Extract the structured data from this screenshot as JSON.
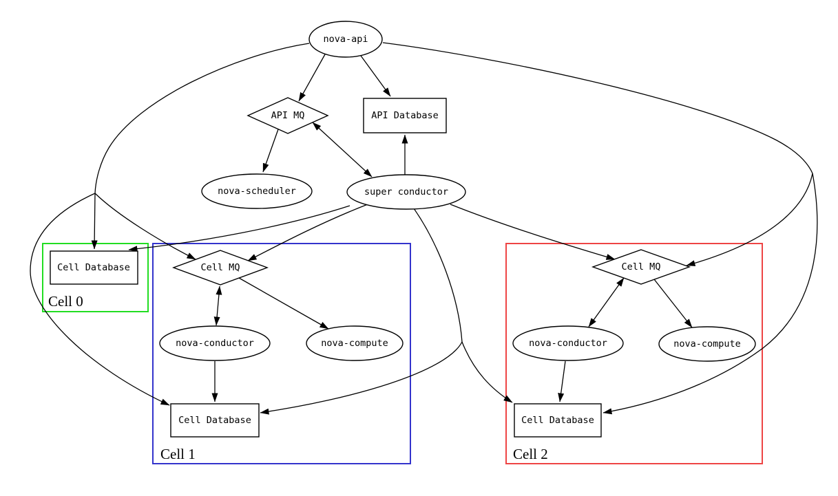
{
  "nodes": {
    "nova_api": {
      "label": "nova-api",
      "shape": "ellipse"
    },
    "api_mq": {
      "label": "API MQ",
      "shape": "diamond"
    },
    "api_database": {
      "label": "API Database",
      "shape": "box"
    },
    "nova_scheduler": {
      "label": "nova-scheduler",
      "shape": "ellipse"
    },
    "super_conductor": {
      "label": "super conductor",
      "shape": "ellipse"
    },
    "cell0_database": {
      "label": "Cell Database",
      "shape": "box"
    },
    "cell1_mq": {
      "label": "Cell MQ",
      "shape": "diamond"
    },
    "cell1_conductor": {
      "label": "nova-conductor",
      "shape": "ellipse"
    },
    "cell1_compute": {
      "label": "nova-compute",
      "shape": "ellipse"
    },
    "cell1_database": {
      "label": "Cell Database",
      "shape": "box"
    },
    "cell2_mq": {
      "label": "Cell MQ",
      "shape": "diamond"
    },
    "cell2_conductor": {
      "label": "nova-conductor",
      "shape": "ellipse"
    },
    "cell2_compute": {
      "label": "nova-compute",
      "shape": "ellipse"
    },
    "cell2_database": {
      "label": "Cell Database",
      "shape": "box"
    }
  },
  "clusters": {
    "cell0": {
      "label": "Cell 0",
      "color": "#21dd21"
    },
    "cell1": {
      "label": "Cell 1",
      "color": "#3333cc"
    },
    "cell2": {
      "label": "Cell 2",
      "color": "#ee4444"
    }
  },
  "edges": [
    {
      "from": "nova-api",
      "to": "API MQ"
    },
    {
      "from": "nova-api",
      "to": "API Database"
    },
    {
      "from": "API MQ",
      "to": "nova-scheduler"
    },
    {
      "from": "API MQ",
      "to": "super conductor",
      "dir": "both"
    },
    {
      "from": "super conductor",
      "to": "API Database"
    },
    {
      "from": "nova-api",
      "to": "Cell 0 Cell Database"
    },
    {
      "from": "nova-api",
      "to": "Cell 1 Cell MQ"
    },
    {
      "from": "nova-api",
      "to": "Cell 1 Cell Database"
    },
    {
      "from": "nova-api",
      "to": "Cell 2 Cell MQ"
    },
    {
      "from": "nova-api",
      "to": "Cell 2 Cell Database"
    },
    {
      "from": "super conductor",
      "to": "Cell 0 Cell Database"
    },
    {
      "from": "super conductor",
      "to": "Cell 1 Cell MQ"
    },
    {
      "from": "super conductor",
      "to": "Cell 1 Cell Database"
    },
    {
      "from": "super conductor",
      "to": "Cell 2 Cell MQ"
    },
    {
      "from": "super conductor",
      "to": "Cell 2 Cell Database"
    },
    {
      "from": "Cell 1 Cell MQ",
      "to": "Cell 1 nova-conductor",
      "dir": "both"
    },
    {
      "from": "Cell 1 Cell MQ",
      "to": "Cell 1 nova-compute"
    },
    {
      "from": "Cell 1 nova-conductor",
      "to": "Cell 1 Cell Database"
    },
    {
      "from": "Cell 2 Cell MQ",
      "to": "Cell 2 nova-conductor",
      "dir": "both"
    },
    {
      "from": "Cell 2 Cell MQ",
      "to": "Cell 2 nova-compute"
    },
    {
      "from": "Cell 2 nova-conductor",
      "to": "Cell 2 Cell Database"
    }
  ]
}
